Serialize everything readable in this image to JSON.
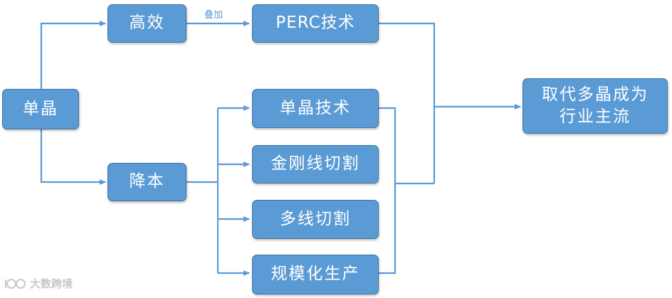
{
  "diagram": {
    "nodes": {
      "danjing": "单晶",
      "gaoxiao": "高效",
      "jiangben": "降本",
      "perc": "PERC技术",
      "danjing_jishu": "单晶技术",
      "jingang": "金刚线切割",
      "duoxian": "多线切割",
      "guimo": "规模化生产",
      "result_line1": "取代多晶成为",
      "result_line2": "行业主流"
    },
    "edge_labels": {
      "gaoxiao_perc": "叠加"
    },
    "colors": {
      "node_fill": "#5b9bd5",
      "node_border": "#41719c",
      "connector": "#5b9bd5"
    }
  },
  "watermark": {
    "text": "大数跨境",
    "logo": "brand-logo-icon"
  }
}
